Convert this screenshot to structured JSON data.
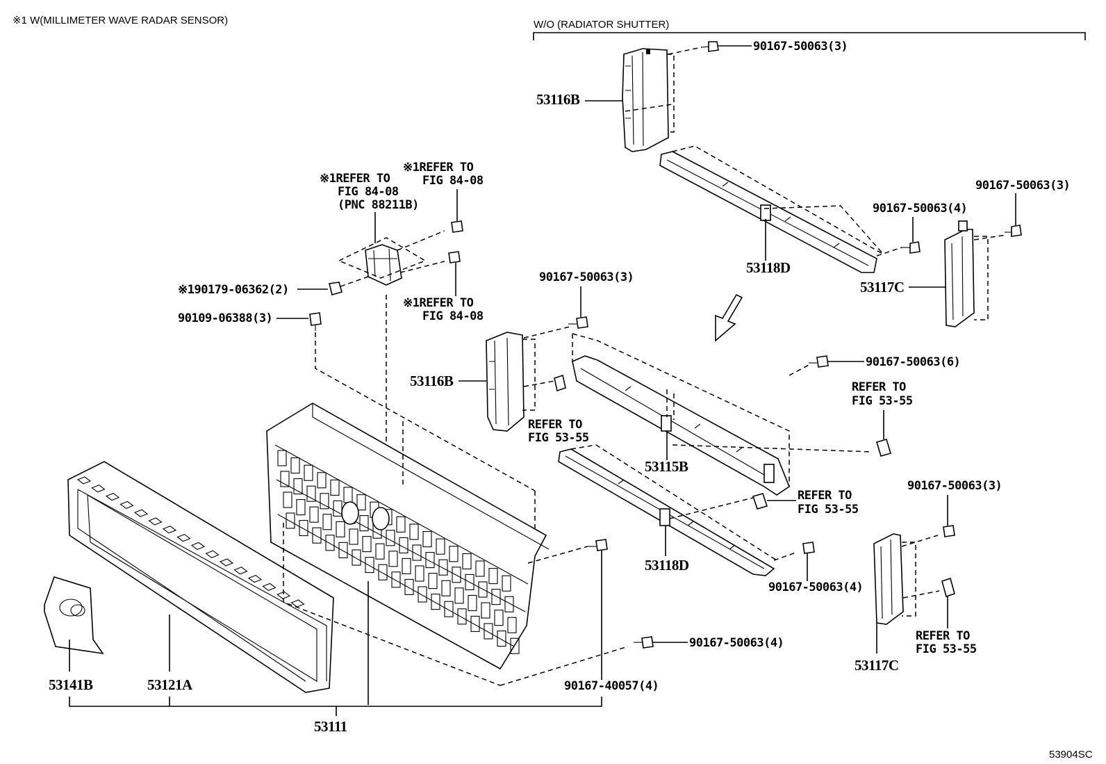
{
  "header": {
    "note": "※1 W(MILLIMETER WAVE RADAR SENSOR)",
    "variant": "W/O (RADIATOR SHUTTER)"
  },
  "figure_code": "53904SC",
  "callouts": {
    "refer_pnc_1": "※1REFER TO",
    "refer_pnc_2": "FIG 84-08",
    "refer_pnc_3": "(PNC 88211B)",
    "refer_top_1": "※1REFER TO",
    "refer_top_2": "FIG 84-08",
    "refer_mid_1": "※1REFER TO",
    "refer_mid_2": "FIG 84-08",
    "nut_90179": "※190179-06362(2)",
    "bolt_90109": "90109-06388(3)",
    "refer_5355_a_1": "REFER TO",
    "refer_5355_a_2": "FIG 53-55",
    "refer_5355_b_1": "REFER TO",
    "refer_5355_b_2": "FIG 53-55",
    "refer_5355_c_1": "REFER TO",
    "refer_5355_c_2": "FIG 53-55",
    "refer_5355_d_1": "REFER TO",
    "refer_5355_d_2": "FIG 53-55"
  },
  "fasteners": {
    "s1": "90167-50063(3)",
    "s2": "90167-50063(4)",
    "s3": "90167-50063(3)",
    "s4": "90167-50063(3)",
    "s5": "90167-50063(6)",
    "s6": "90167-50063(3)",
    "s7": "90167-50063(4)",
    "s8": "90167-50063(4)",
    "s9": "90167-40057(4)"
  },
  "parts": {
    "p53116b_top": "53116B",
    "p53118d_top": "53118D",
    "p53117c_top": "53117C",
    "p53116b_mid": "53116B",
    "p53115b": "53115B",
    "p53118d_bot": "53118D",
    "p53117c_bot": "53117C",
    "p53141b": "53141B",
    "p53121a": "53121A",
    "p53111": "53111"
  }
}
